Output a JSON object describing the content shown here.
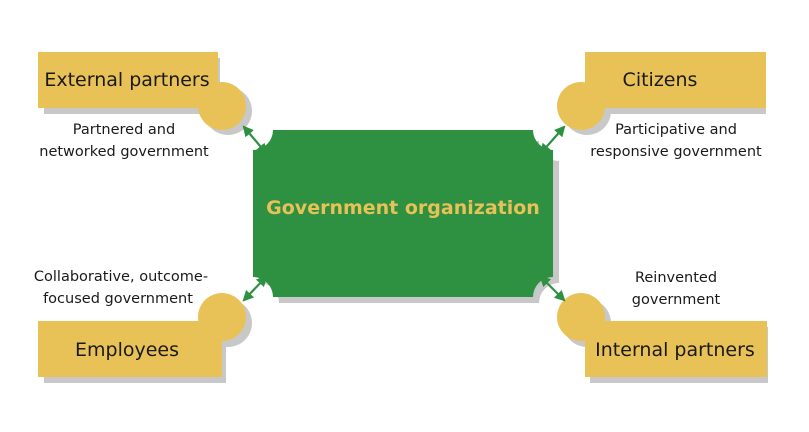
{
  "colors": {
    "box_fill": "#e8c157",
    "center_fill": "#2e9142",
    "center_text": "#e8c157",
    "arrow": "#2e9142",
    "shadow": "#c8c8c8"
  },
  "center": {
    "label": "Government organization"
  },
  "nodes": {
    "external_partners": {
      "label": "External partners",
      "desc_line1": "Partnered and",
      "desc_line2": "networked government"
    },
    "citizens": {
      "label": "Citizens",
      "desc_line1": "Participative and",
      "desc_line2": "responsive government"
    },
    "employees": {
      "label": "Employees",
      "desc_line1": "Collaborative, outcome-",
      "desc_line2": "focused government"
    },
    "internal_partners": {
      "label": "Internal partners",
      "desc_line1": "Reinvented",
      "desc_line2": "government"
    }
  }
}
